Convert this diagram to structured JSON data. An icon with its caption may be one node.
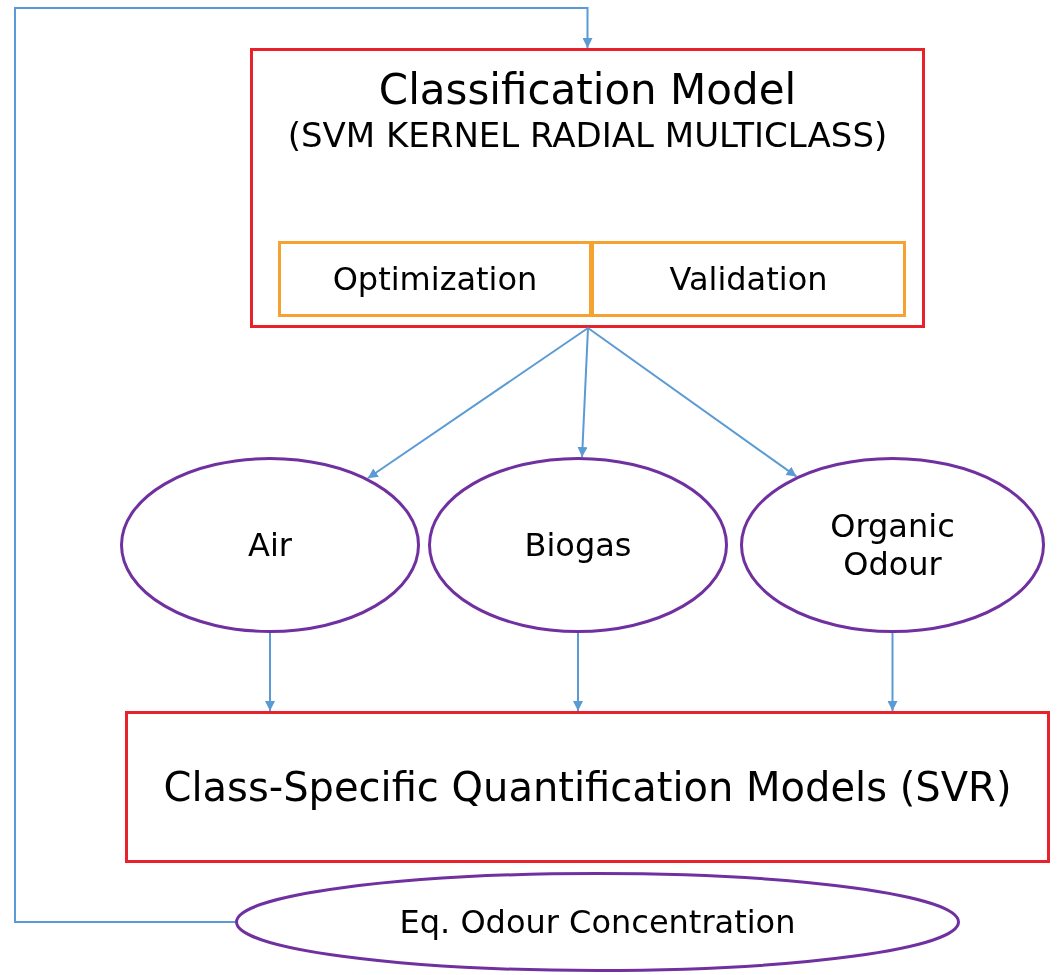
{
  "diagram": {
    "nodes": [
      {
        "text": [
          "Classification Model",
          "(SVM KERNEL RADIAL MULTICLASS)"
        ]
      },
      {
        "text": [
          "Optimization"
        ],
        "in": 0
      },
      {
        "text": [
          "Validation"
        ],
        "in": 0
      },
      {
        "text": [
          "Air"
        ]
      },
      {
        "text": [
          "Biogas"
        ]
      },
      {
        "text": [
          "Organic Odour"
        ]
      },
      {
        "text": [
          "Class-Specific Quantification Models (SVR)"
        ]
      },
      {
        "text": [
          "Eq. Odour Concentration"
        ]
      }
    ],
    "edges": [
      {
        "from": 0,
        "to": 3,
        "arrow": "to"
      },
      {
        "from": 0,
        "to": 4,
        "arrow": "to"
      },
      {
        "from": 0,
        "to": 5,
        "arrow": "to"
      },
      {
        "from": 3,
        "to": 6,
        "arrow": "to"
      },
      {
        "from": 4,
        "to": 6,
        "arrow": "to"
      },
      {
        "from": 5,
        "to": 6,
        "arrow": "to"
      },
      {
        "from": 7,
        "to": 0,
        "arrow": "to"
      }
    ]
  }
}
